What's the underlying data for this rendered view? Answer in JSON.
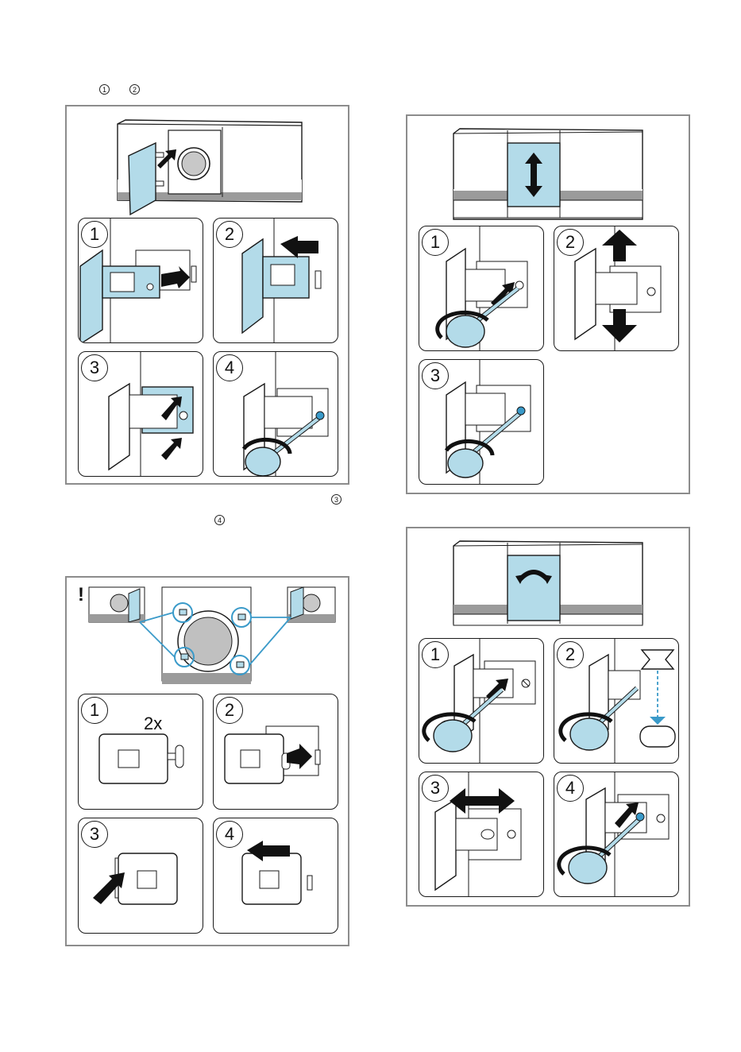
{
  "captions": {
    "top_left_refs": [
      "1",
      "2"
    ],
    "below_left_refs": [
      "3",
      "4"
    ]
  },
  "figure_a": {
    "panels": [
      {
        "step": "1"
      },
      {
        "step": "2"
      },
      {
        "step": "3"
      },
      {
        "step": "4"
      }
    ]
  },
  "figure_b": {
    "warning": "!",
    "panels": [
      {
        "step": "1",
        "label": "2x"
      },
      {
        "step": "2"
      },
      {
        "step": "3"
      },
      {
        "step": "4"
      }
    ]
  },
  "figure_c": {
    "panels": [
      {
        "step": "1"
      },
      {
        "step": "2"
      },
      {
        "step": "3"
      }
    ]
  },
  "figure_d": {
    "panels": [
      {
        "step": "1"
      },
      {
        "step": "2"
      },
      {
        "step": "3"
      },
      {
        "step": "4"
      }
    ]
  },
  "colors": {
    "accent_blue": "#b3dbe9",
    "line_blue": "#3a9ac9",
    "frame_gray": "#8c8c8c",
    "dark": "#1a1a1a"
  }
}
